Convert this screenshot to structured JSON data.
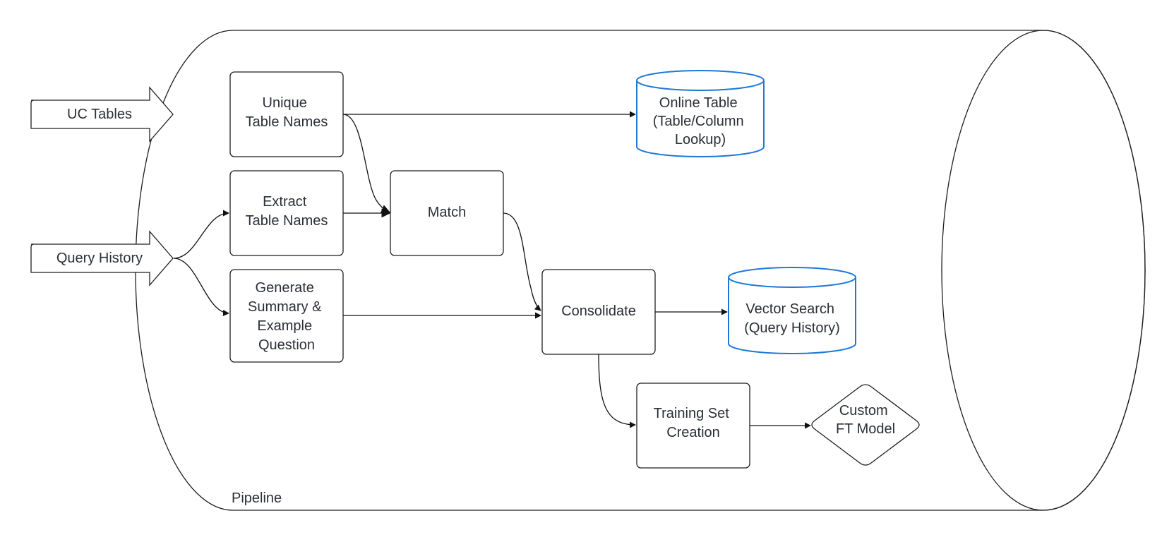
{
  "diagram": {
    "container_label": "Pipeline",
    "inputs": {
      "uc_tables": "UC Tables",
      "query_history": "Query History"
    },
    "nodes": {
      "unique_table_names": [
        "Unique",
        "Table Names"
      ],
      "extract_table_names": [
        "Extract",
        "Table Names"
      ],
      "generate_summary": [
        "Generate",
        "Summary &",
        "Example",
        "Question"
      ],
      "match": [
        "Match"
      ],
      "consolidate": [
        "Consolidate"
      ],
      "training_set_creation": [
        "Training Set",
        "Creation"
      ],
      "online_table": [
        "Online Table",
        "(Table/Column",
        "Lookup)"
      ],
      "vector_search": [
        "Vector Search",
        "(Query History)"
      ],
      "custom_ft_model": [
        "Custom",
        "FT Model"
      ]
    },
    "colors": {
      "datastore_stroke": "#1f78d8",
      "shape_stroke": "#1f1f1f",
      "text": "#2b2f36"
    }
  }
}
